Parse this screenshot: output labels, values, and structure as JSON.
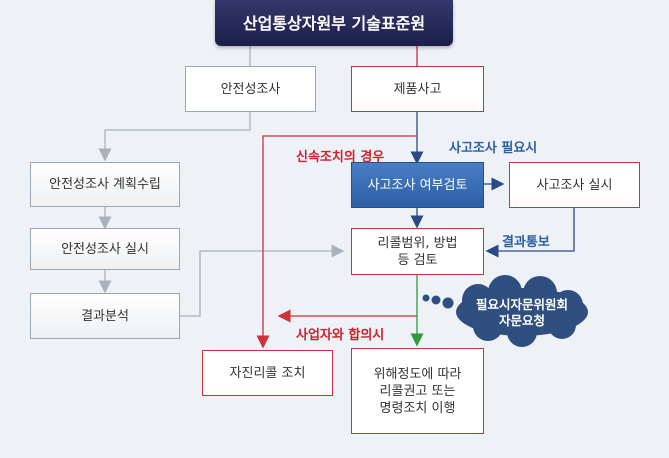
{
  "header": {
    "title": "산업통상자원부 기술표준원"
  },
  "nodes": {
    "safety_survey": "안전성조사",
    "product_accident": "제품사고",
    "safety_plan": "안전성조사 계획수립",
    "accident_review": "사고조사 여부검토",
    "accident_investigation": "사고조사 실시",
    "safety_execute": "안전성조사 실시",
    "recall_review": "리콜범위, 방법\n등 검토",
    "result_analysis": "결과분석",
    "voluntary_recall": "자진리콜 조치",
    "recall_order": "위해정도에 따라\n리콜권고 또는\n명령조치 이행"
  },
  "labels": {
    "urgent_action": "신속조치의 경우",
    "investigation_needed": "사고조사 필요시",
    "result_notice": "결과통보",
    "business_agreement": "사업자와 합의시"
  },
  "cloud": {
    "text": "필요시자문위원회\n자문요청"
  },
  "colors": {
    "header": "#24275a",
    "red": "#d0303a",
    "navy_arrow": "#2a4a86",
    "gray_line": "#a9b2bb",
    "blue_box": "#3a6db5",
    "green_arrow": "#2e9a3e",
    "cloud": "#2e4f80"
  }
}
